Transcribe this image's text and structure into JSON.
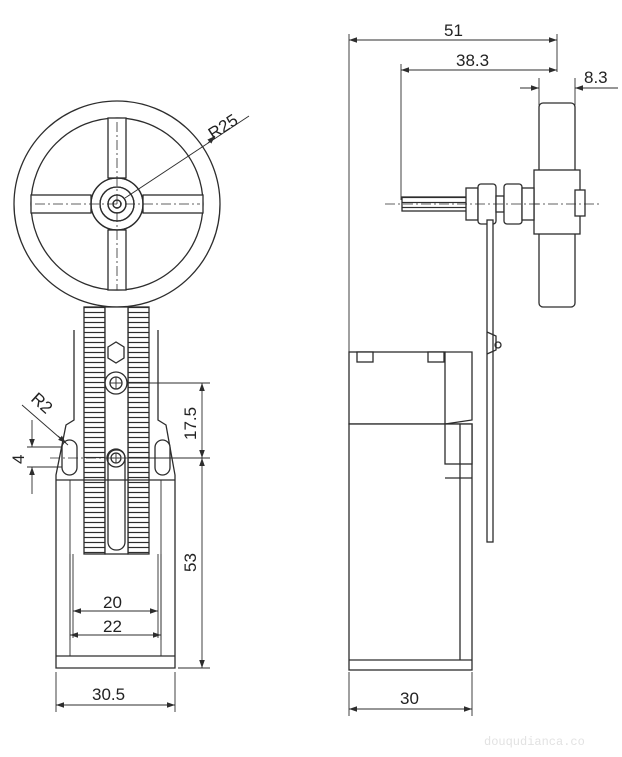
{
  "dimensions": {
    "radius_wheel": "R25",
    "radius_slot": "R2",
    "width_total": "51",
    "width_arm": "38.3",
    "width_wheel": "8.3",
    "slot_height": "4",
    "slot_spacing": "17.5",
    "body_height": "53",
    "inner_width_20": "20",
    "inner_width_22": "22",
    "base_width": "30.5",
    "body_width": "30"
  },
  "watermark": "douqudianca.co",
  "colors": {
    "line": "#2d2d2d",
    "background": "#ffffff",
    "watermark": "#e2e2e2"
  }
}
